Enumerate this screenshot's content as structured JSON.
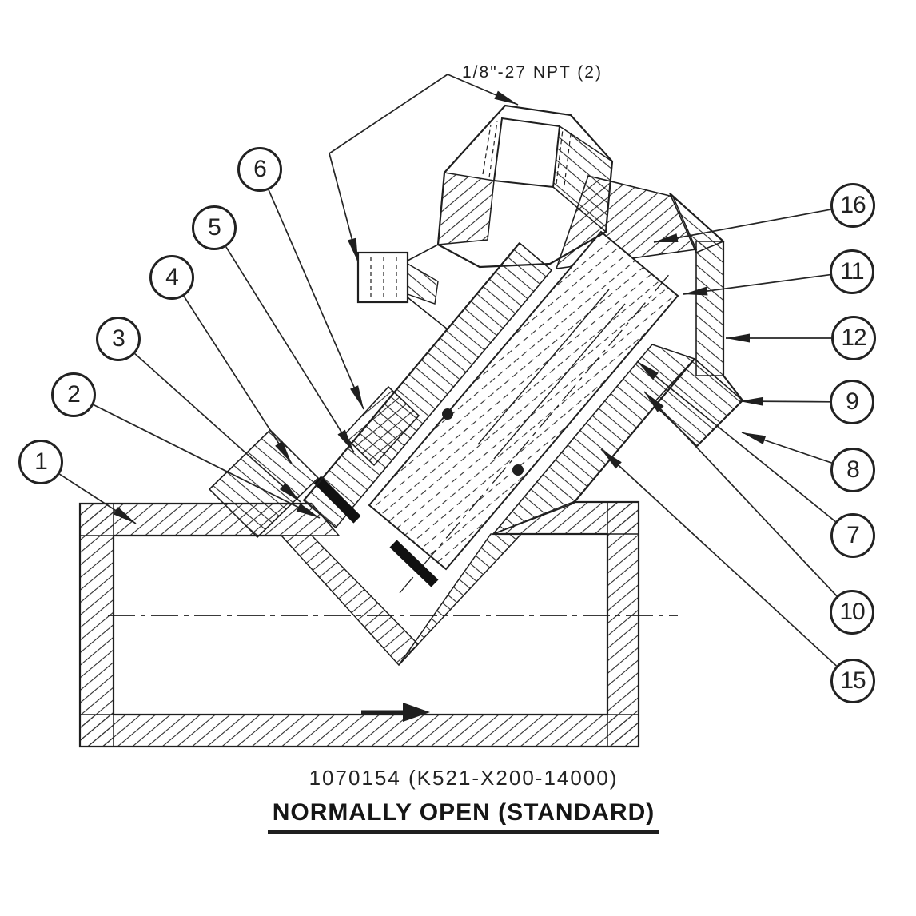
{
  "page": {
    "background": "#ffffff",
    "line_color": "#1f1f1f"
  },
  "annotations": {
    "port_note": "1/8\"-27 NPT (2)"
  },
  "title_block": {
    "part_number": "1070154  (K521-X200-14000)",
    "title": "NORMALLY OPEN  (STANDARD)"
  },
  "callouts": [
    {
      "label": "6"
    },
    {
      "label": "5"
    },
    {
      "label": "4"
    },
    {
      "label": "3"
    },
    {
      "label": "2"
    },
    {
      "label": "1"
    },
    {
      "label": "16"
    },
    {
      "label": "11"
    },
    {
      "label": "12"
    },
    {
      "label": "9"
    },
    {
      "label": "8"
    },
    {
      "label": "7"
    },
    {
      "label": "10"
    },
    {
      "label": "15"
    }
  ]
}
